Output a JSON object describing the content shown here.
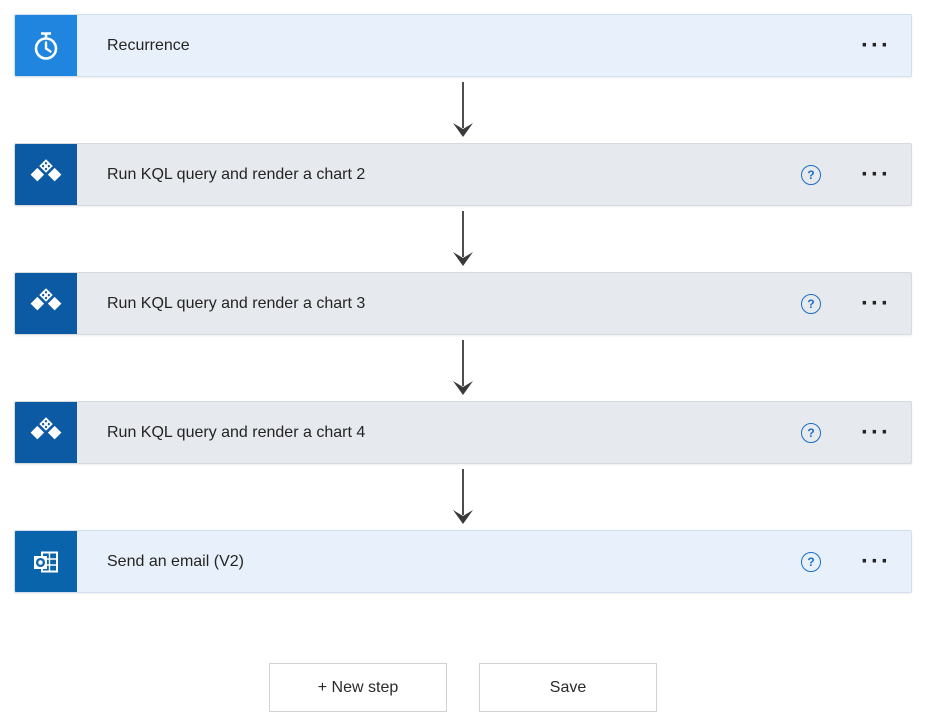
{
  "workflow": {
    "steps": [
      {
        "title": "Recurrence",
        "icon": "recurrence",
        "icon_bg": "#1f85de",
        "theme": "blue",
        "has_help": false
      },
      {
        "title": "Run KQL query and render a chart 2",
        "icon": "kusto",
        "icon_bg": "#0c59a4",
        "theme": "gray",
        "has_help": true
      },
      {
        "title": "Run KQL query and render a chart 3",
        "icon": "kusto",
        "icon_bg": "#0c59a4",
        "theme": "gray",
        "has_help": true
      },
      {
        "title": "Run KQL query and render a chart 4",
        "icon": "kusto",
        "icon_bg": "#0c59a4",
        "theme": "gray",
        "has_help": true
      },
      {
        "title": "Send an email (V2)",
        "icon": "outlook",
        "icon_bg": "#0a64ab",
        "theme": "blue",
        "has_help": true
      }
    ],
    "icons": {
      "help_glyph": "?",
      "menu_glyph": "···"
    },
    "footer": {
      "new_step_label": "+ New step",
      "save_label": "Save"
    },
    "colors": {
      "card_blue_bg": "#e8f1fb",
      "card_gray_bg": "#e6e9ee",
      "card_blue_border": "#d2dfee",
      "card_gray_border": "#d6d9de",
      "help_icon": "#1a6fc4",
      "arrow": "#3b3a39"
    }
  }
}
